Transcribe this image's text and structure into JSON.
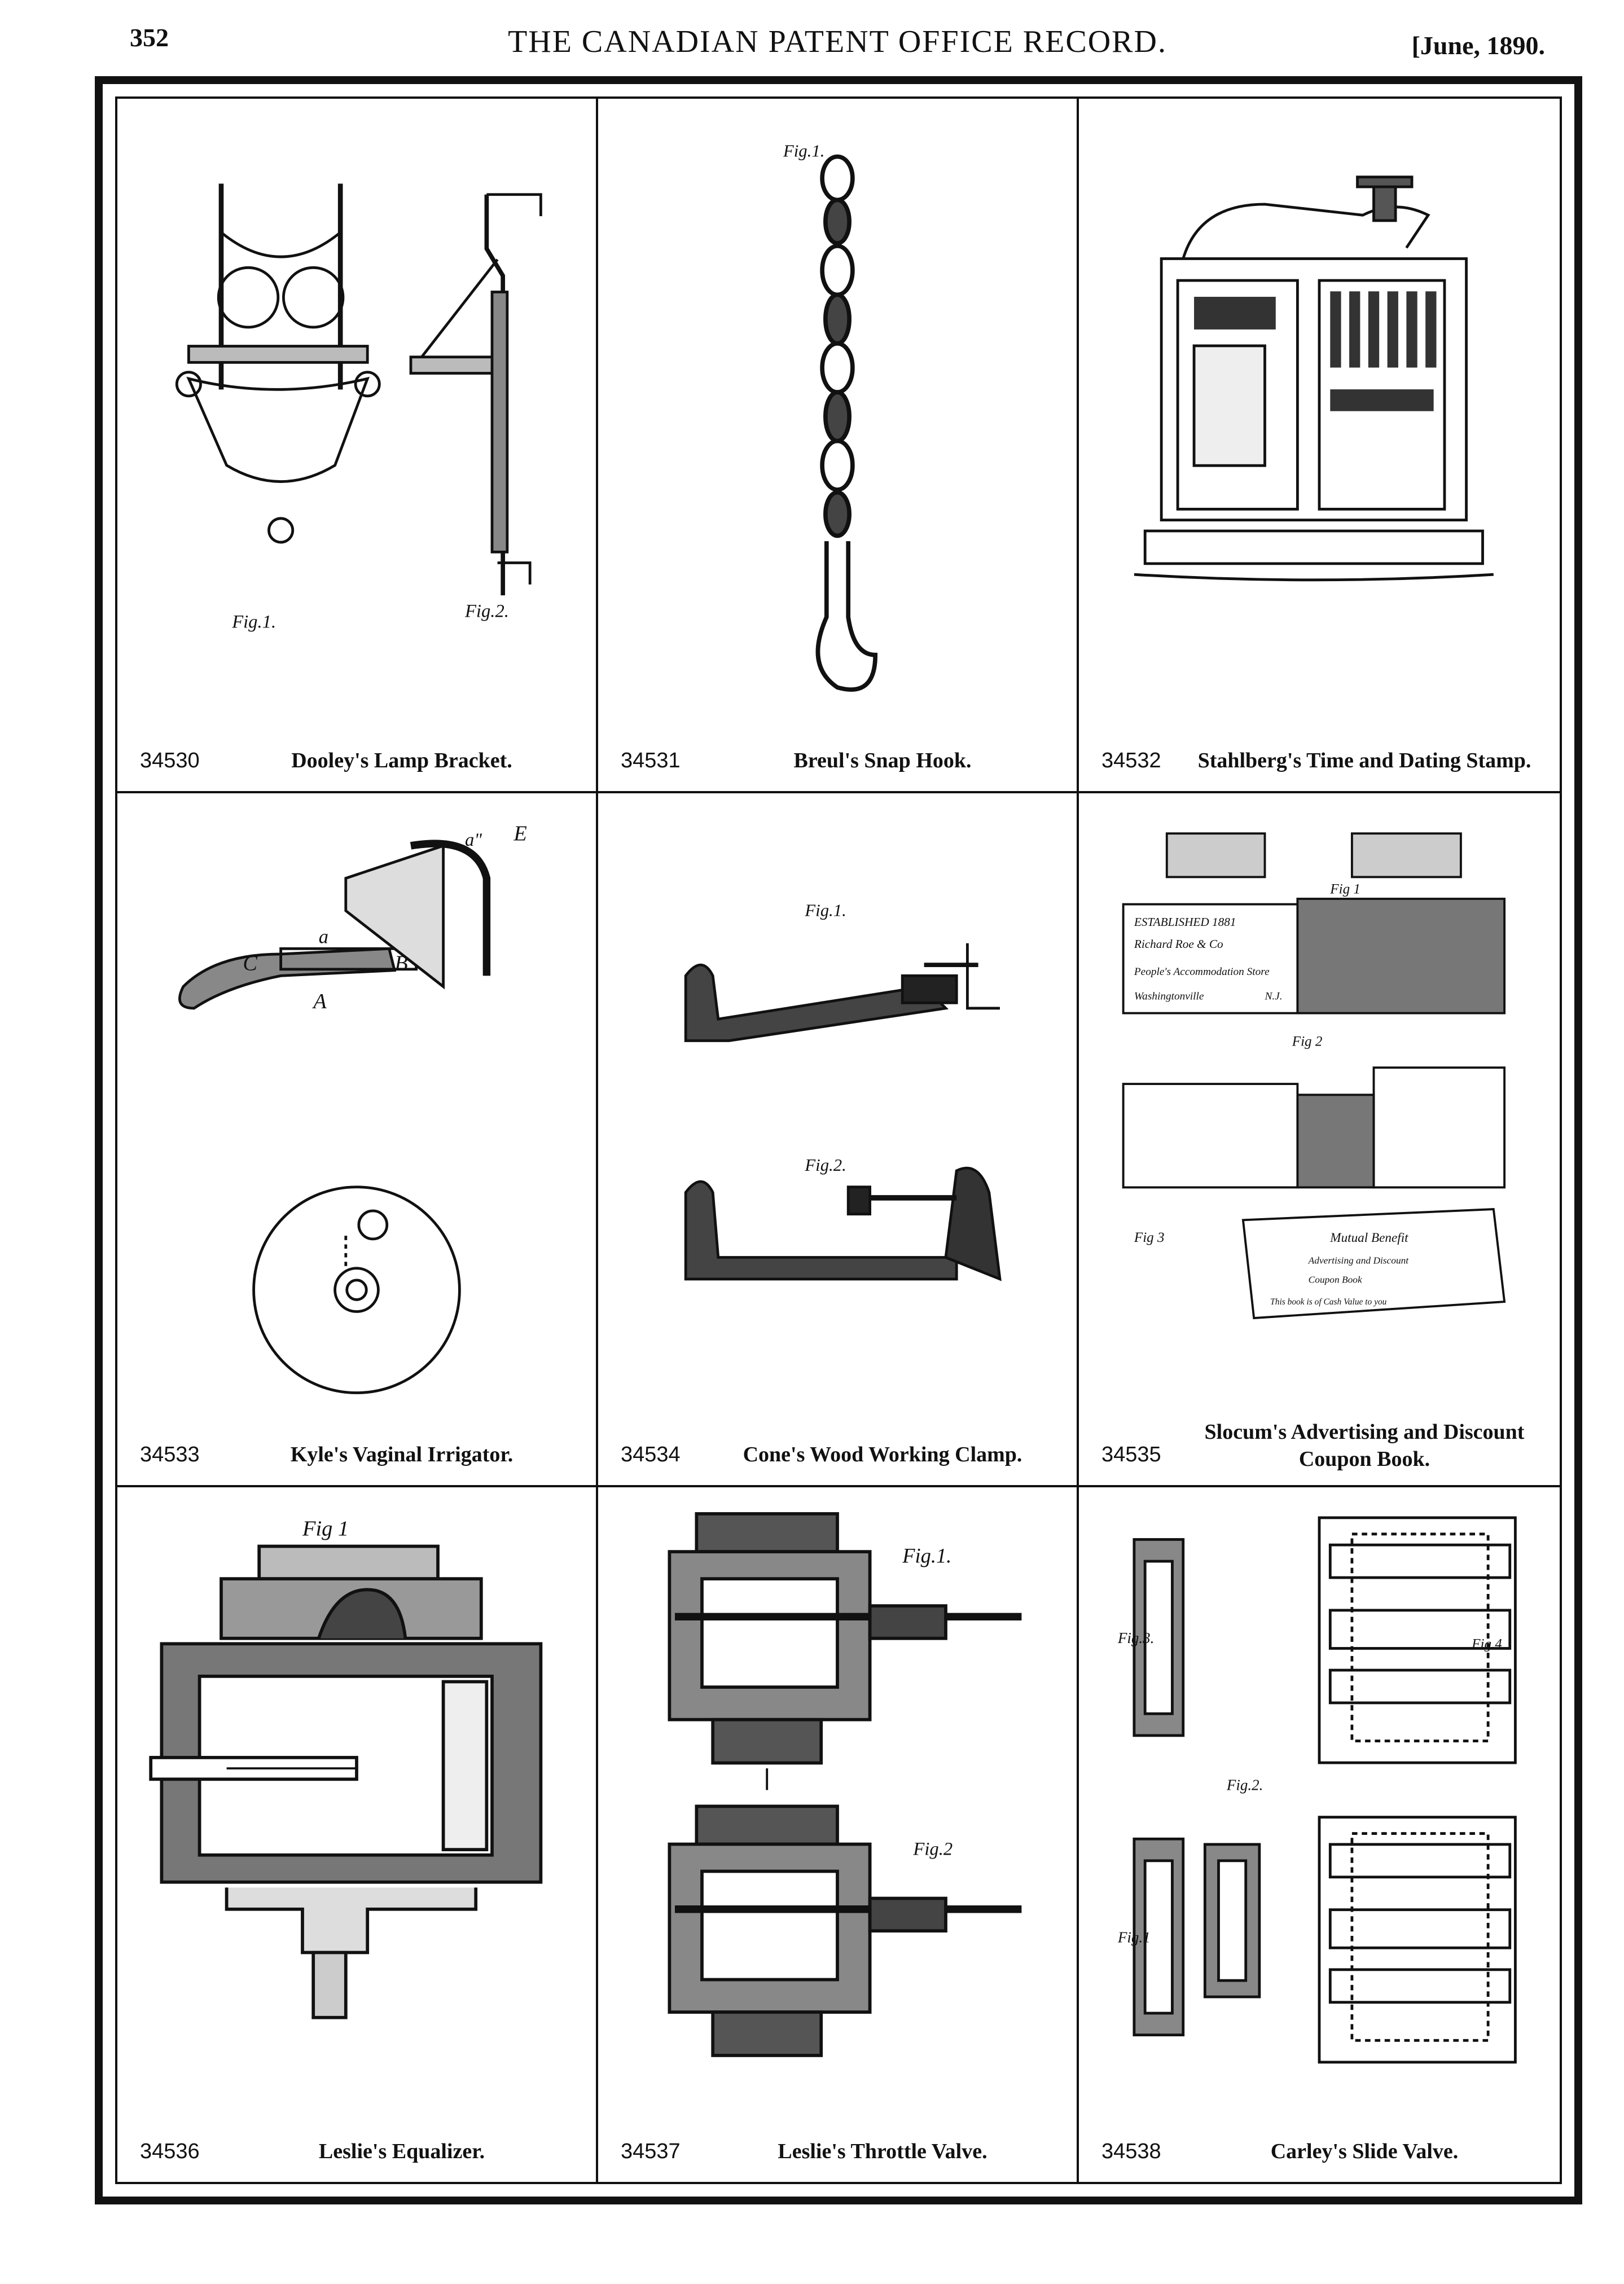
{
  "header": {
    "page_number": "352",
    "title": "THE CANADIAN PATENT OFFICE RECORD.",
    "date": "[June, 1890."
  },
  "patents": [
    {
      "number": "34530",
      "title": "Dooley's Lamp Bracket.",
      "labels": [
        "Fig.1.",
        "Fig.2."
      ]
    },
    {
      "number": "34531",
      "title": "Breul's Snap Hook.",
      "labels": [
        "Fig.1."
      ]
    },
    {
      "number": "34532",
      "title": "Stahlberg's Time and Dating Stamp.",
      "labels": []
    },
    {
      "number": "34533",
      "title": "Kyle's Vaginal Irrigator.",
      "labels": [
        "A",
        "B",
        "C",
        "a",
        "a\"",
        "E"
      ]
    },
    {
      "number": "34534",
      "title": "Cone's Wood Working Clamp.",
      "labels": [
        "Fig.1.",
        "Fig.2."
      ]
    },
    {
      "number": "34535",
      "title": "Slocum's Advertising and Discount Coupon Book.",
      "labels": [
        "Fig 1",
        "Fig 2",
        "Fig 3"
      ],
      "card_text": [
        "ESTABLISHED 1881",
        "Richard Roe & Co",
        "People's Accommodation Store",
        "Washingtonville",
        "N.J."
      ],
      "book_text": [
        "Mutual Benefit",
        "Advertising and Discount",
        "Coupon Book",
        "This book is of Cash Value to you"
      ]
    },
    {
      "number": "34536",
      "title": "Leslie's Equalizer.",
      "labels": [
        "Fig 1"
      ]
    },
    {
      "number": "34537",
      "title": "Leslie's Throttle Valve.",
      "labels": [
        "Fig.1.",
        "Fig.2"
      ]
    },
    {
      "number": "34538",
      "title": "Carley's Slide Valve.",
      "labels": [
        "Fig.1",
        "Fig.2.",
        "Fig.3.",
        "Fig.4"
      ]
    }
  ]
}
